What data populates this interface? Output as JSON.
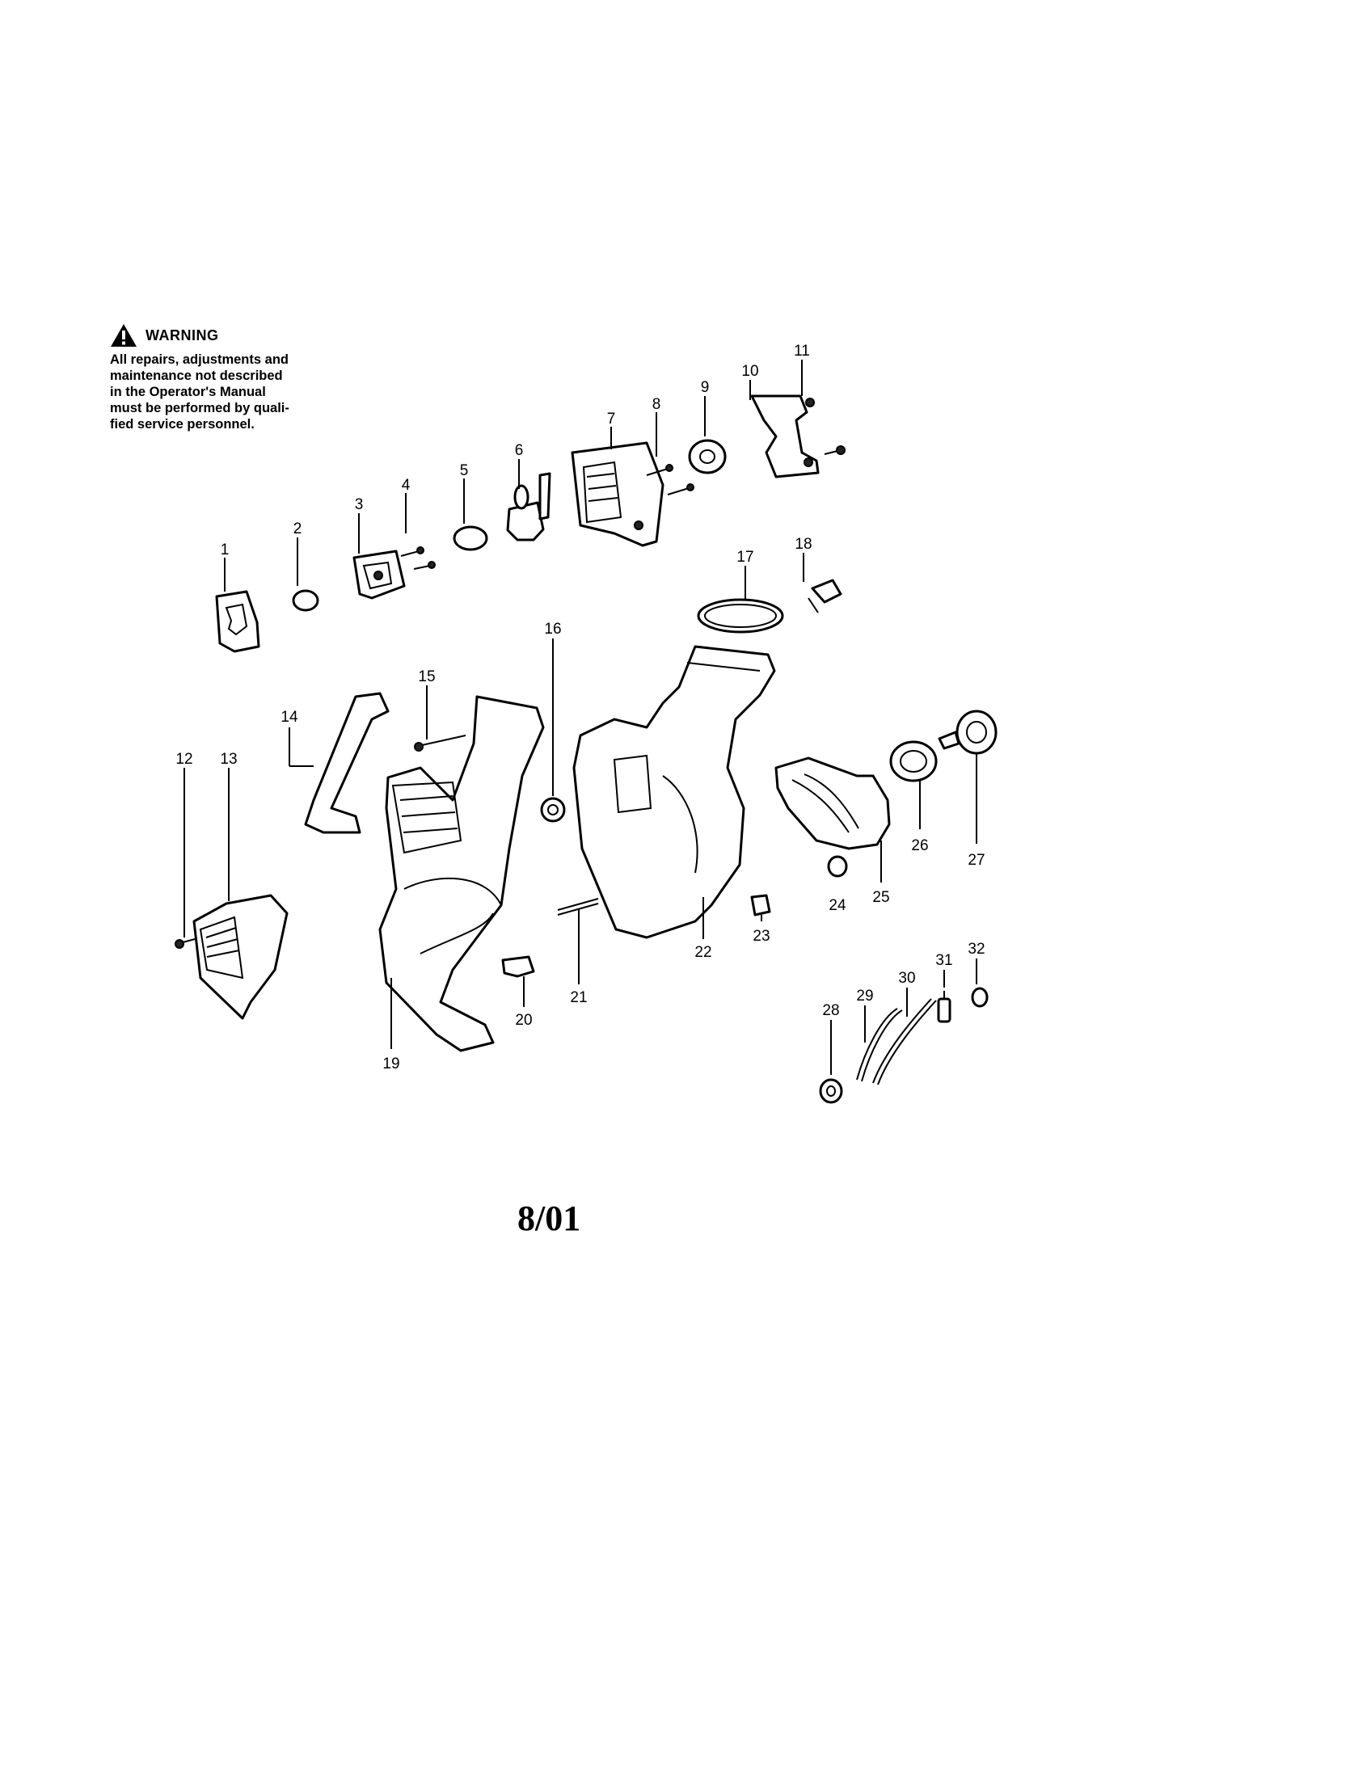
{
  "warning": {
    "icon": "warning-triangle-icon",
    "title": "WARNING",
    "lines": [
      "All repairs, adjustments and",
      "maintenance not described",
      "in the Operator's Manual",
      "must be performed by quali-",
      "fied service personnel."
    ]
  },
  "callouts": [
    "1",
    "2",
    "3",
    "4",
    "5",
    "6",
    "7",
    "8",
    "9",
    "10",
    "11",
    "12",
    "13",
    "14",
    "15",
    "16",
    "17",
    "18",
    "19",
    "20",
    "21",
    "22",
    "23",
    "24",
    "25",
    "26",
    "27",
    "28",
    "29",
    "30",
    "31",
    "32"
  ],
  "footer": {
    "code": "8/01"
  }
}
